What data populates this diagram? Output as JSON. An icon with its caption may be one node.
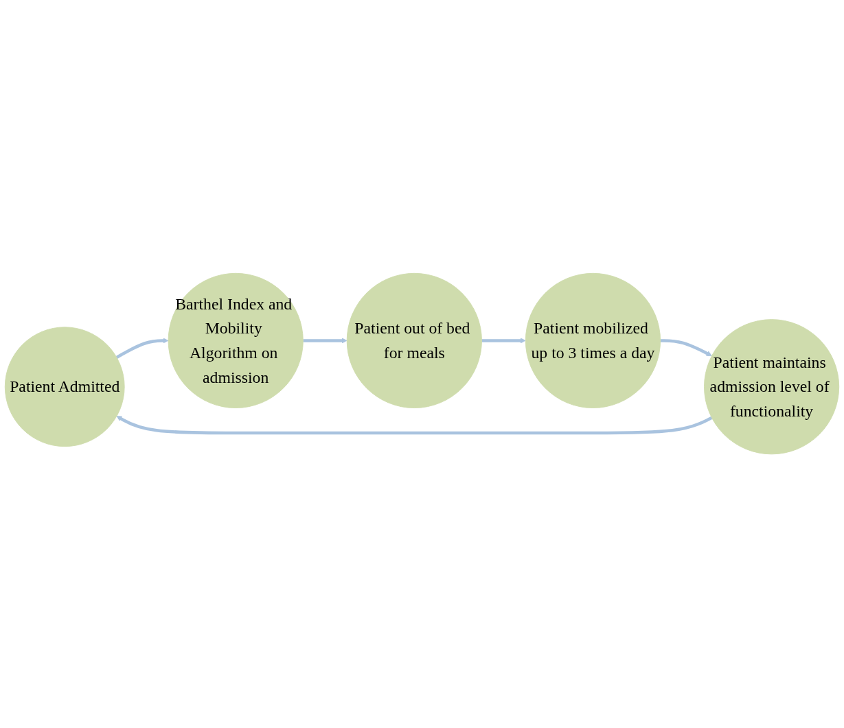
{
  "diagram": {
    "nodes": [
      {
        "text": [
          "Patient Admitted"
        ]
      },
      {
        "text": [
          "Barthel Index and Mobility Algorithm on admission"
        ]
      },
      {
        "text": [
          "Patient out of bed for meals"
        ]
      },
      {
        "text": [
          "Patient mobilized up to 3 times a day"
        ]
      },
      {
        "text": [
          "Patient maintains admission level of functionality"
        ]
      }
    ],
    "edges": [
      {
        "from": 0,
        "to": 1,
        "arrow": "to"
      },
      {
        "from": 1,
        "to": 2,
        "arrow": "to"
      },
      {
        "from": 2,
        "to": 3,
        "arrow": "to"
      },
      {
        "from": 3,
        "to": 4,
        "arrow": "to"
      },
      {
        "from": 4,
        "to": 0,
        "arrow": "to"
      }
    ]
  }
}
